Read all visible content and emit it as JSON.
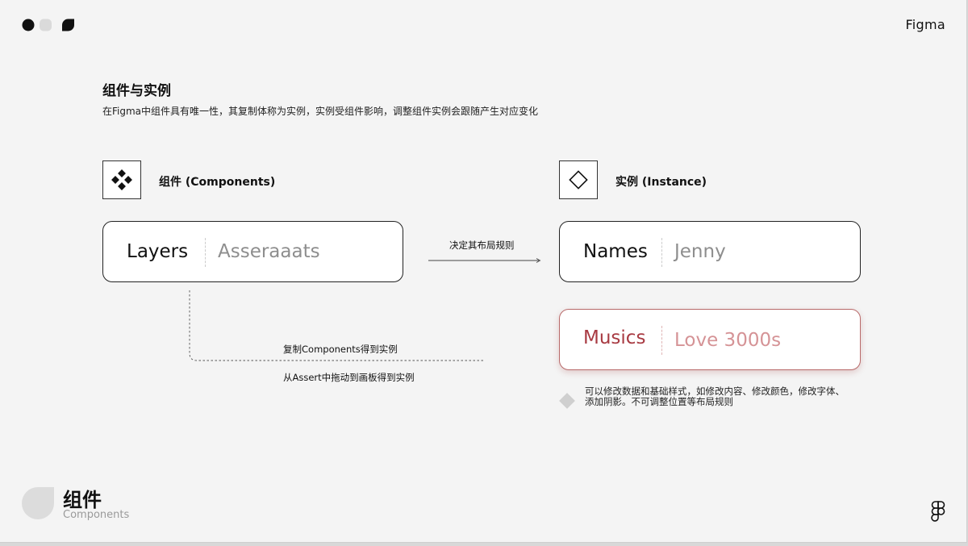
{
  "brand": "Figma",
  "section": {
    "title": "组件与实例",
    "subtitle": "在Figma中组件具有唯一性，其复制体称为实例，实例受组件影响，调整组件实例会跟随产生对应变化"
  },
  "components": {
    "label": "组件 (Components)",
    "icon": "component-icon",
    "card": {
      "key": "Layers",
      "value": "Asseraaats"
    }
  },
  "instance": {
    "label": "实例 (Instance)",
    "icon": "instance-icon",
    "card": {
      "key": "Names",
      "value": "Jenny"
    },
    "styled_card": {
      "key": "Musics",
      "value": "Love 3000s"
    }
  },
  "arrow_label": "决定其布局规则",
  "copy_labels": {
    "top": "复制Components得到实例",
    "bottom": "从Assert中拖动到画板得到实例"
  },
  "note": {
    "icon": "diamond-icon",
    "text": "可以修改数据和基础样式，如修改内容、修改颜色，修改字体、添加阴影。不可调整位置等布局规则"
  },
  "footer": {
    "title": "组件",
    "subtitle": "Components",
    "icon": "figma-logo-icon"
  },
  "colors": {
    "accent": "#a83a42",
    "accent_light": "#d59396",
    "muted": "#8e8e8e"
  }
}
